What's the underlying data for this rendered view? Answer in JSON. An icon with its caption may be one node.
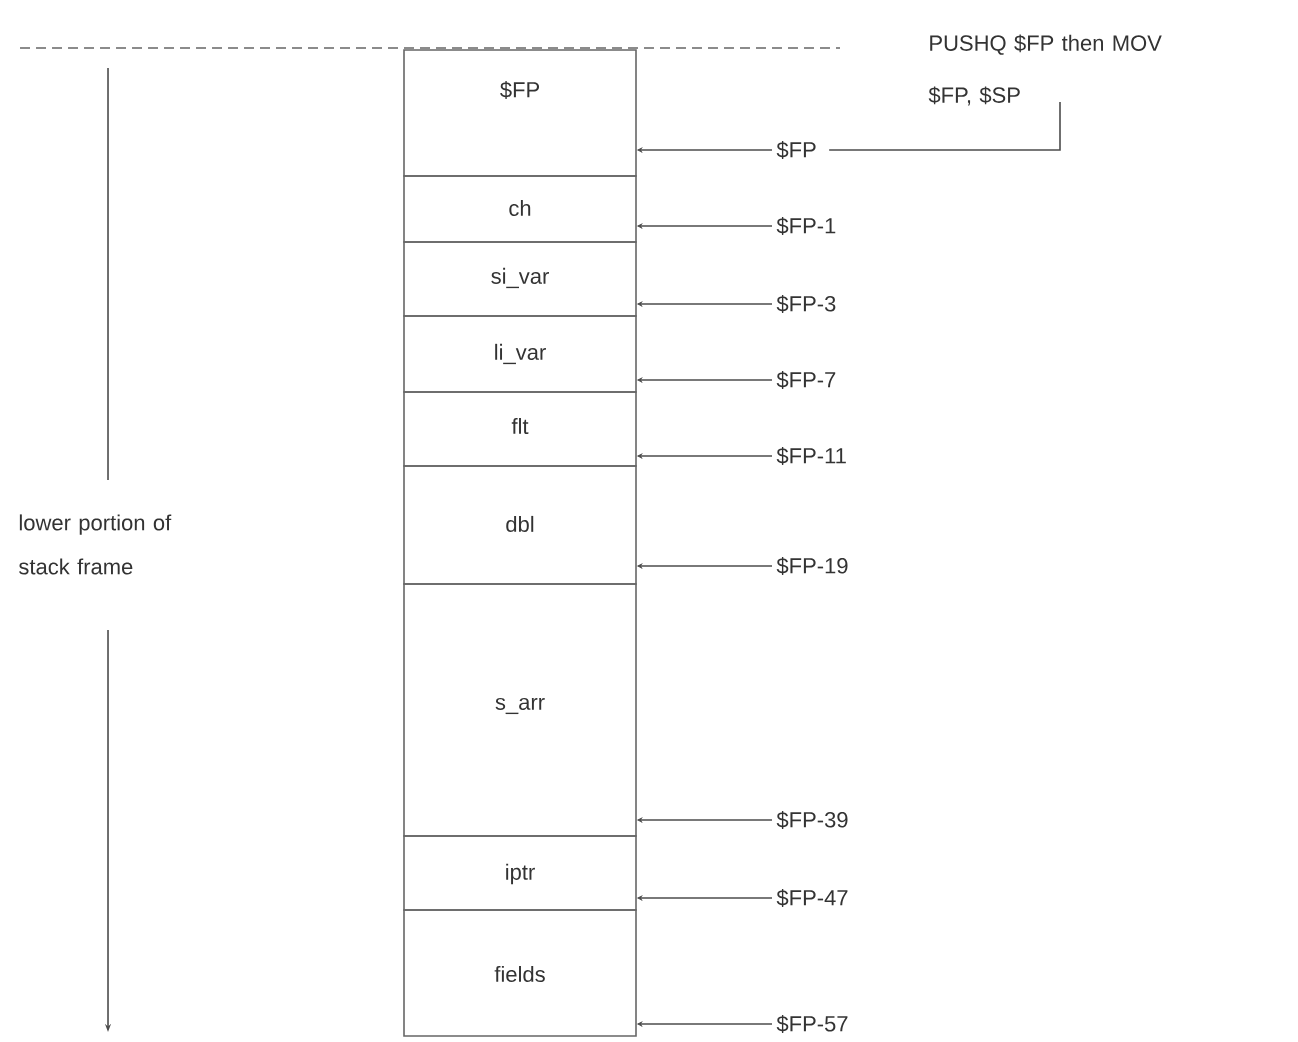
{
  "diagram": {
    "nodes": [
      {
        "text": [
          "$FP"
        ]
      },
      {
        "text": [
          "ch"
        ]
      },
      {
        "text": [
          "si_var"
        ]
      },
      {
        "text": [
          "li_var"
        ]
      },
      {
        "text": [
          "flt"
        ]
      },
      {
        "text": [
          "dbl"
        ]
      },
      {
        "text": [
          "s_arr"
        ]
      },
      {
        "text": [
          "iptr"
        ]
      },
      {
        "text": [
          "fields"
        ]
      },
      {
        "text": [
          "PUSHQ $FP then MOV $FP, $SP"
        ]
      },
      {
        "text": [
          "$FP"
        ]
      },
      {
        "text": [
          "$FP-1"
        ]
      },
      {
        "text": [
          "$FP-3"
        ]
      },
      {
        "text": [
          "$FP-7"
        ]
      },
      {
        "text": [
          "$FP-11"
        ]
      },
      {
        "text": [
          "$FP-19"
        ]
      },
      {
        "text": [
          "$FP-39"
        ]
      },
      {
        "text": [
          "$FP-47"
        ]
      },
      {
        "text": [
          "$FP-57"
        ]
      }
    ],
    "edges": [
      {
        "from": 9,
        "to": 10,
        "arrow": "none"
      },
      {
        "from": 10,
        "to": 0,
        "arrow": "to"
      },
      {
        "from": 11,
        "to": 1,
        "arrow": "to"
      },
      {
        "from": 12,
        "to": 2,
        "arrow": "to"
      },
      {
        "from": 13,
        "to": 3,
        "arrow": "to"
      },
      {
        "from": 14,
        "to": 4,
        "arrow": "to"
      },
      {
        "from": 15,
        "to": 5,
        "arrow": "to"
      },
      {
        "from": 16,
        "to": 6,
        "arrow": "to"
      },
      {
        "from": 17,
        "to": 7,
        "arrow": "to"
      },
      {
        "from": 18,
        "to": 8,
        "arrow": "to"
      }
    ],
    "labels": [
      "lower portion of stack frame"
    ]
  }
}
